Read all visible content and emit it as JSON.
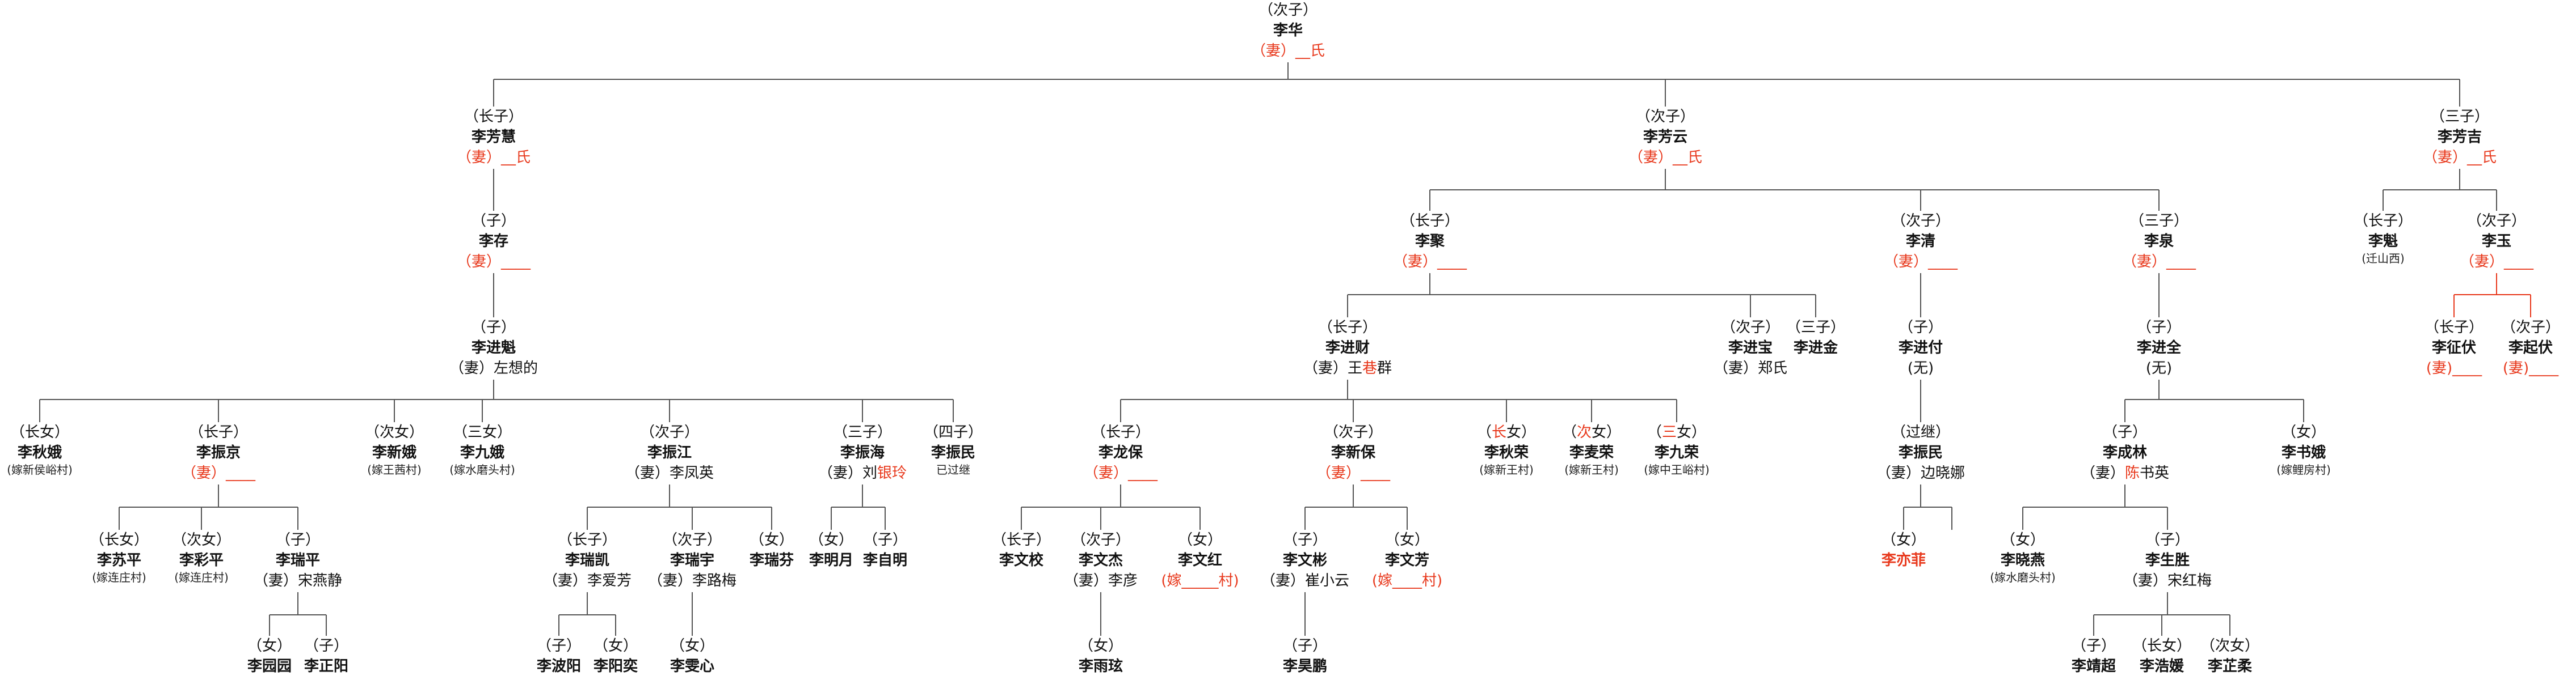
{
  "root": {
    "rel": "（次子）",
    "name": "李华",
    "spouse_label": "（妻）",
    "spouse": "__氏"
  },
  "gen1": [
    {
      "rel": "（长子）",
      "name": "李芳慧",
      "spouse_label": "（妻）",
      "spouse": "__氏"
    },
    {
      "rel": "（次子）",
      "name": "李芳云",
      "spouse_label": "（妻）",
      "spouse": "__氏"
    },
    {
      "rel": "（三子）",
      "name": "李芳吉",
      "spouse_label": "（妻）",
      "spouse": "__氏"
    }
  ],
  "b1": {
    "cun": {
      "rel": "（子）",
      "name": "李存",
      "spouse_label": "（妻）",
      "spouse": "____"
    },
    "jinkui": {
      "rel": "（子）",
      "name": "李进魁",
      "spouse_label": "（妻）",
      "spouse": "左想的"
    },
    "children": [
      {
        "rel": "（长女）",
        "name": "李秋娥",
        "note": "(嫁新侯峪村)"
      },
      {
        "rel": "（长子）",
        "name": "李振京",
        "spouse_label": "（妻）",
        "spouse": "____"
      },
      {
        "rel": "（次女）",
        "name": "李新娥",
        "note": "(嫁王茜村)"
      },
      {
        "rel": "（三女）",
        "name": "李九娥",
        "note": "(嫁水磨头村)"
      },
      {
        "rel": "（次子）",
        "name": "李振江",
        "spouse_label": "（妻）",
        "spouse": "李凤英"
      },
      {
        "rel": "（三子）",
        "name": "李振海",
        "spouse_label": "（妻）",
        "spouse_pre": "刘",
        "spouse_red": "银玲"
      },
      {
        "rel": "（四子）",
        "name": "李振民",
        "note": "已过继"
      }
    ],
    "zhenjing_children": [
      {
        "rel": "（长女）",
        "name": "李苏平",
        "note": "(嫁连庄村)"
      },
      {
        "rel": "（次女）",
        "name": "李彩平",
        "note": "(嫁连庄村)"
      },
      {
        "rel": "（子）",
        "name": "李瑞平",
        "spouse_label": "（妻）",
        "spouse": "宋燕静"
      }
    ],
    "ruiping_children": [
      {
        "rel": "（女）",
        "name": "李园园"
      },
      {
        "rel": "（子）",
        "name": "李正阳"
      }
    ],
    "zhenjiang_children": [
      {
        "rel": "（长子）",
        "name": "李瑞凯",
        "spouse_label": "（妻）",
        "spouse": "李爱芳"
      },
      {
        "rel": "（次子）",
        "name": "李瑞宇",
        "spouse_label": "（妻）",
        "spouse": "李路梅"
      },
      {
        "rel": "（女）",
        "name": "李瑞芬"
      }
    ],
    "ruikai_children": [
      {
        "rel": "（子）",
        "name": "李波阳"
      },
      {
        "rel": "（女）",
        "name": "李阳奕"
      }
    ],
    "ruiyu_children": [
      {
        "rel": "（女）",
        "name": "李雯心"
      }
    ],
    "zhenhai_children": [
      {
        "rel": "（女）",
        "name": "李明月"
      },
      {
        "rel": "（子）",
        "name": "李自明"
      }
    ]
  },
  "b2": {
    "sons": [
      {
        "rel": "（长子）",
        "name": "李聚",
        "spouse_label": "（妻）",
        "spouse": "____"
      },
      {
        "rel": "（次子）",
        "name": "李清",
        "spouse_label": "（妻）",
        "spouse": "____"
      },
      {
        "rel": "（三子）",
        "name": "李泉",
        "spouse_label": "（妻）",
        "spouse": "____"
      }
    ],
    "ju_children": [
      {
        "rel": "（长子）",
        "name": "李进财",
        "spouse_label": "（妻）",
        "spouse_pre": "王",
        "spouse_red": "巷",
        "spouse_post": "群"
      },
      {
        "rel": "（次子）",
        "name": "李进宝",
        "spouse_label": "（妻）",
        "spouse": "郑氏"
      },
      {
        "rel": "（三子）",
        "name": "李进金"
      }
    ],
    "jincai_children": [
      {
        "rel": "（长子）",
        "name": "李龙保",
        "spouse_label": "（妻）",
        "spouse": "____"
      },
      {
        "rel": "（次子）",
        "name": "李新保",
        "spouse_label": "（妻）",
        "spouse": "____"
      },
      {
        "rel_pre": "（",
        "rel_red": "长",
        "rel_post": "女）",
        "name": "李秋荣",
        "note": "(嫁新王村)"
      },
      {
        "rel_pre": "（",
        "rel_red": "次",
        "rel_post": "女）",
        "name": "李麦荣",
        "note": "(嫁新王村)"
      },
      {
        "rel_pre": "（",
        "rel_red": "三",
        "rel_post": "女）",
        "name": "李九荣",
        "note": "(嫁中王峪村)"
      }
    ],
    "longbao_children": [
      {
        "rel": "（长子）",
        "name": "李文校"
      },
      {
        "rel": "（次子）",
        "name": "李文杰",
        "spouse_label": "（妻）",
        "spouse": "李彦"
      },
      {
        "rel": "（女）",
        "name": "李文红",
        "married": "(嫁_____村)"
      }
    ],
    "wenjie_children": [
      {
        "rel": "（女）",
        "name": "李雨玹"
      }
    ],
    "xinbao_children": [
      {
        "rel": "（子）",
        "name": "李文彬",
        "spouse_label": "（妻）",
        "spouse": "崔小云"
      },
      {
        "rel": "（女）",
        "name": "李文芳",
        "married": "(嫁____村)"
      }
    ],
    "wenbin_children": [
      {
        "rel": "（子）",
        "name": "李昊鹏"
      }
    ],
    "jinfu": {
      "rel": "（子）",
      "name": "李进付",
      "none": "(无)"
    },
    "adopted": {
      "rel": "（过继）",
      "name": "李振民",
      "spouse_label": "（妻）",
      "spouse": "边晓娜"
    },
    "adopted_children": [
      {
        "rel": "（女）",
        "name": "李亦菲"
      }
    ],
    "jinquan": {
      "rel": "（子）",
      "name": "李进全",
      "none": "(无)"
    },
    "jinquan_children": [
      {
        "rel": "（子）",
        "name": "李成林",
        "spouse_label": "（妻）",
        "spouse_red": "陈",
        "spouse_post": "书英"
      },
      {
        "rel": "（女）",
        "name": "李书娥",
        "note": "(嫁鲤房村)"
      }
    ],
    "chenglin_children": [
      {
        "rel": "（女）",
        "name": "李晓燕",
        "note": "(嫁水磨头村)"
      },
      {
        "rel": "（子）",
        "name": "李生胜",
        "spouse_label": "（妻）",
        "spouse": "宋红梅"
      }
    ],
    "shengsheng_children": [
      {
        "rel": "（子）",
        "name": "李靖超"
      },
      {
        "rel": "（长女）",
        "name": "李浩媛"
      },
      {
        "rel": "（次女）",
        "name": "李芷柔"
      }
    ]
  },
  "b3": {
    "sons": [
      {
        "rel": "（长子）",
        "name": "李魁",
        "note": "(迁山西)"
      },
      {
        "rel": "（次子）",
        "name": "李玉",
        "spouse_label": "（妻）",
        "spouse": "____"
      }
    ],
    "yu_children": [
      {
        "rel": "（长子）",
        "name": "李征伏",
        "spouse_label": "(妻)",
        "spouse": "____"
      },
      {
        "rel": "（次子）",
        "name": "李起伏",
        "spouse_label": "(妻)",
        "spouse": "____"
      }
    ]
  },
  "colors": {
    "accent_red": "#e8391d",
    "line": "#555555"
  }
}
